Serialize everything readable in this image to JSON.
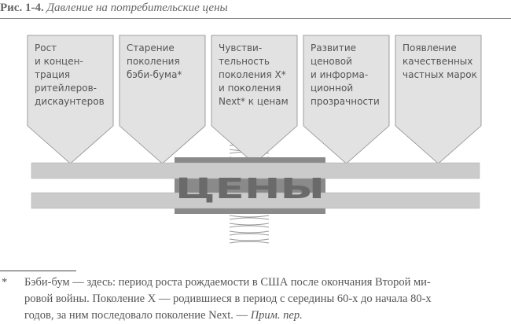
{
  "caption": {
    "number": "Рис. 1-4.",
    "title": "Давление на потребительские цены"
  },
  "arrows": [
    {
      "lines": [
        "Рост",
        "и концен-",
        "трация",
        "ритейлеров-",
        "дискаунтеров"
      ]
    },
    {
      "lines": [
        "Старение",
        "поколения",
        "бэби-бума*"
      ]
    },
    {
      "lines": [
        "Чувстви-",
        "тельность",
        "поколения X*",
        "и поколения",
        "Next* к ценам"
      ]
    },
    {
      "lines": [
        "Развитие",
        "ценовой",
        "и информа-",
        "ционной",
        "прозрачности"
      ]
    },
    {
      "lines": [
        "Появление",
        "качественных",
        "частных марок"
      ]
    }
  ],
  "press_label": "ЦЕНЫ",
  "colors": {
    "arrow_fill": "#e2e2e2",
    "bar_fill": "#cbcbcb",
    "plate_fill": "#8a8a8a",
    "text": "#555555",
    "press_text": "#6a6a6a"
  },
  "footnote": {
    "marker": "*",
    "lines": [
      "Бэби-бум — здесь: период роста рождаемости в США после окончания Второй ми-",
      "ровой войны. Поколение X — родившиеся в период с середины 60-х до начала 80-х",
      "годов, за ним последовало поколение Next. — "
    ],
    "note": "Прим. пер."
  }
}
